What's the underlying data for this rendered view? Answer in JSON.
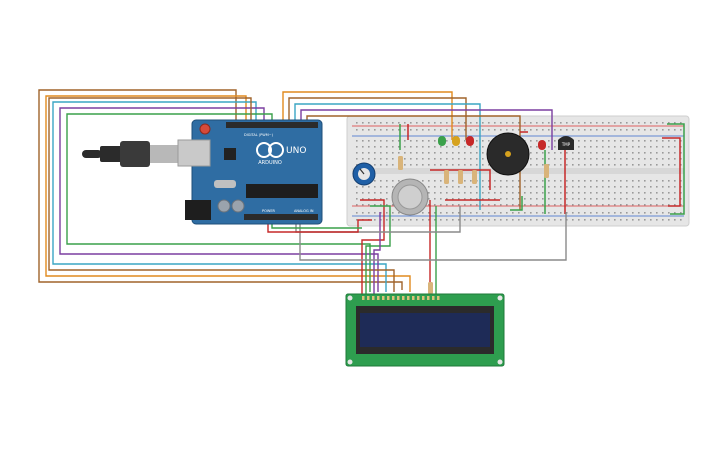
{
  "arduino": {
    "logo_text": "ARDUINO",
    "model_text": "UNO",
    "power_label": "POWER",
    "analog_label": "ANALOG IN",
    "digital_label": "DIGITAL (PWM~)",
    "colors": {
      "board": "#2f6da3",
      "board_dark": "#1f4f7a",
      "header": "#2b2b2b"
    }
  },
  "sensor_label": "TMP",
  "colors": {
    "orange": "#e08a1e",
    "brown": "#a0632a",
    "purple": "#7b3fa0",
    "teal": "#3aa6c4",
    "green": "#3aa04a",
    "red": "#c62828",
    "gray": "#8a8a8a",
    "breadboard": "#e6e6e6",
    "lcd_board": "#2e9e4f",
    "lcd_screen": "#1e2b57"
  }
}
